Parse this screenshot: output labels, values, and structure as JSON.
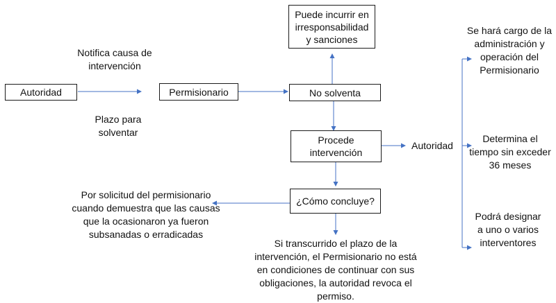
{
  "colors": {
    "arrow": "#4472c4",
    "box_border": "#1a1a1a",
    "text": "#111111"
  },
  "boxes": {
    "autoridad": "Autoridad",
    "permisionario": "Permisionario",
    "no_solventa": "No solventa",
    "procede_intervencion": "Procede intervención",
    "como_concluye": "¿Cómo concluye?",
    "puede_incurrir": "Puede incurrir en irresponsabilidad y sanciones"
  },
  "labels": {
    "notifica": "Notifica causa de intervención",
    "plazo": "Plazo para solventar",
    "autoridad_right": "Autoridad",
    "hara_cargo": "Se hará cargo de la administración y operación del Permisionario",
    "determina": "Determina el tiempo  sin exceder 36 meses",
    "podra": "Podrá designar a uno o varios interventores",
    "por_solicitud": "Por solicitud del permisionario cuando demuestra que las causas que la ocasionaron ya fueron subsanadas o erradicadas",
    "si_transcurrido": "Si transcurrido el plazo de la intervención, el Permisionario no está en condiciones de continuar con sus obligaciones, la autoridad revoca el permiso."
  }
}
